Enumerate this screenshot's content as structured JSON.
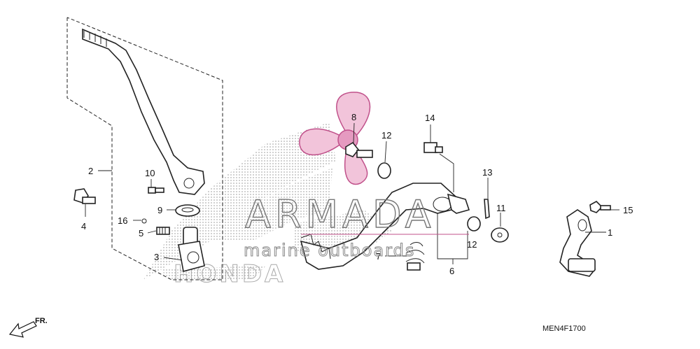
{
  "watermark": {
    "brand": "ARMADA",
    "tagline": "marine outboards",
    "colors": {
      "logo_pink": "#e8a8c8",
      "logo_stroke": "#c0508a",
      "dot_pattern": "#b0b0b0"
    }
  },
  "background_mark": "HONDA",
  "diagram_code": "MEN4F1700",
  "front_indicator": "FR.",
  "callouts": {
    "c1": "1",
    "c2": "2",
    "c3": "3",
    "c4": "4",
    "c5": "5",
    "c6": "6",
    "c7": "7",
    "c8": "8",
    "c9": "9",
    "c10": "10",
    "c11": "11",
    "c12a": "12",
    "c12b": "12",
    "c13": "13",
    "c14": "14",
    "c15": "15",
    "c16": "16"
  }
}
